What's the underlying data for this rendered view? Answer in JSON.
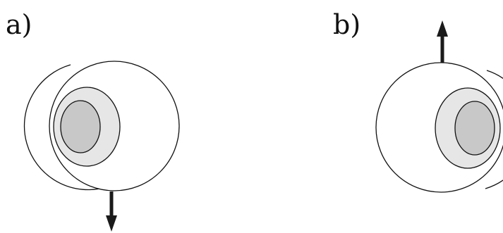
{
  "figure": {
    "panels": [
      {
        "label": "a)",
        "arrow_direction": "down"
      },
      {
        "label": "b)",
        "arrow_direction": "up"
      }
    ],
    "colors": {
      "outline": "#111111",
      "outer_fill": "#ffffff",
      "middle_fill": "#e6e6e6",
      "inner_fill": "#c8c8c8",
      "arrow": "#1a1a1a"
    }
  }
}
